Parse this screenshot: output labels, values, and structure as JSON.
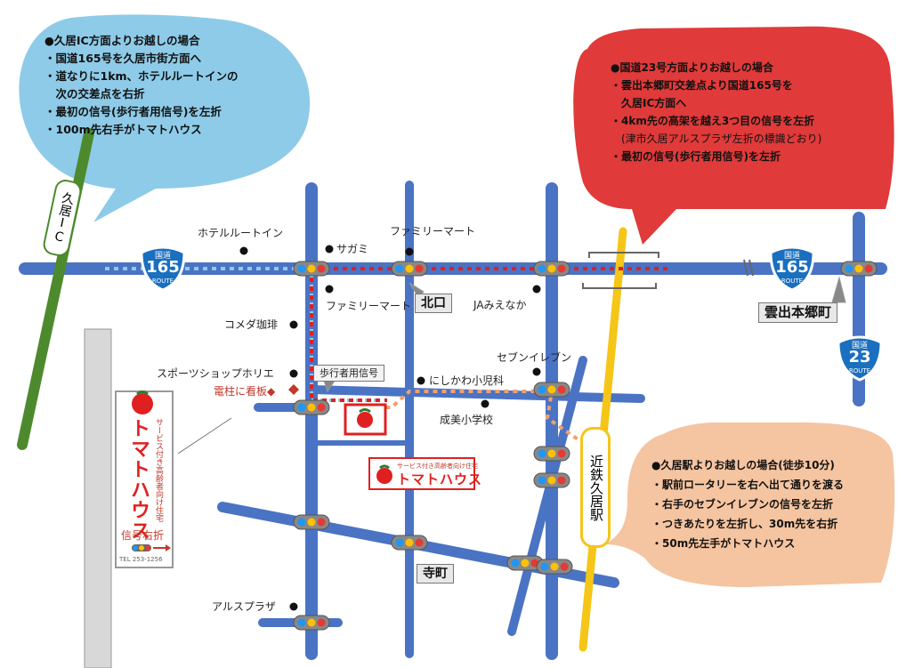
{
  "bubbles": {
    "kuiic": {
      "title": "●久居IC方面よりお越しの場合",
      "lines": [
        "・国道165号を久居市街方面へ",
        "・道なりに1km、ホテルルートインの",
        "　次の交差点を右折",
        "・最初の信号(歩行者用信号)を左折",
        "・100m先右手がトマトハウス"
      ]
    },
    "r23": {
      "title": "●国道23号方面よりお越しの場合",
      "lines": [
        "・雲出本郷町交差点より国道165号を",
        "　久居IC方面へ",
        "・4km先の高架を越え3つ目の信号を左折",
        "　(津市久居アルスプラザ左折の標識どおり)",
        "・最初の信号(歩行者用信号)を左折"
      ]
    },
    "station": {
      "title": "●久居駅よりお越しの場合(徒歩10分)",
      "lines": [
        "・駅前ロータリーを右へ出て通りを渡る",
        "・右手のセブンイレブンの信号を左折",
        "・つきあたりを左折し、30m先を右折",
        "・50m先左手がトマトハウス"
      ]
    }
  },
  "roads": {
    "kui_ic": "久居IC",
    "station": "近鉄久居駅",
    "route165": {
      "top": "国道",
      "num": "165",
      "bottom": "ROUTE"
    },
    "route23": {
      "top": "国道",
      "num": "23",
      "bottom": "ROUTE"
    }
  },
  "places": {
    "hotel_routeinn": "ホテルルートイン",
    "sagami": "サガミ",
    "familymart_n": "ファミリーマート",
    "familymart_s": "ファミリーマート",
    "ja": "JAみえなか",
    "komeda": "コメダ珈琲",
    "seven": "セブンイレブン",
    "sports": "スポーツショップホリエ",
    "pole_sign": "電柱に看板◆",
    "nishikawa": "にしかわ小児科",
    "seibi": "成美小学校",
    "alsplaza": "アルスプラザ",
    "ped_signal": "歩行者用信号"
  },
  "intersections": {
    "kitaguchi": "北口",
    "teramachi": "寺町",
    "kumozu": "雲出本郷町"
  },
  "brand": {
    "small": "サービス付き高齢者向け住宅",
    "name": "トマトハウス"
  },
  "signboard": {
    "small": "サービス付き高齢者向け住宅",
    "name": "トマトハウス",
    "direction": "信号右折",
    "tel": "TEL 253-1256"
  },
  "colors": {
    "road_blue": "#4a73c4",
    "road_green": "#4d8a2d",
    "rail_yellow": "#f5c518",
    "route_red": "#e02020",
    "route_lightblue": "#8ecbe8",
    "route_orange": "#f0a070",
    "bubble_blue": "#8ecbe8",
    "bubble_red": "#e03a3a",
    "bubble_peach": "#f5c4a0",
    "shield_blue": "#1a6fbf"
  }
}
